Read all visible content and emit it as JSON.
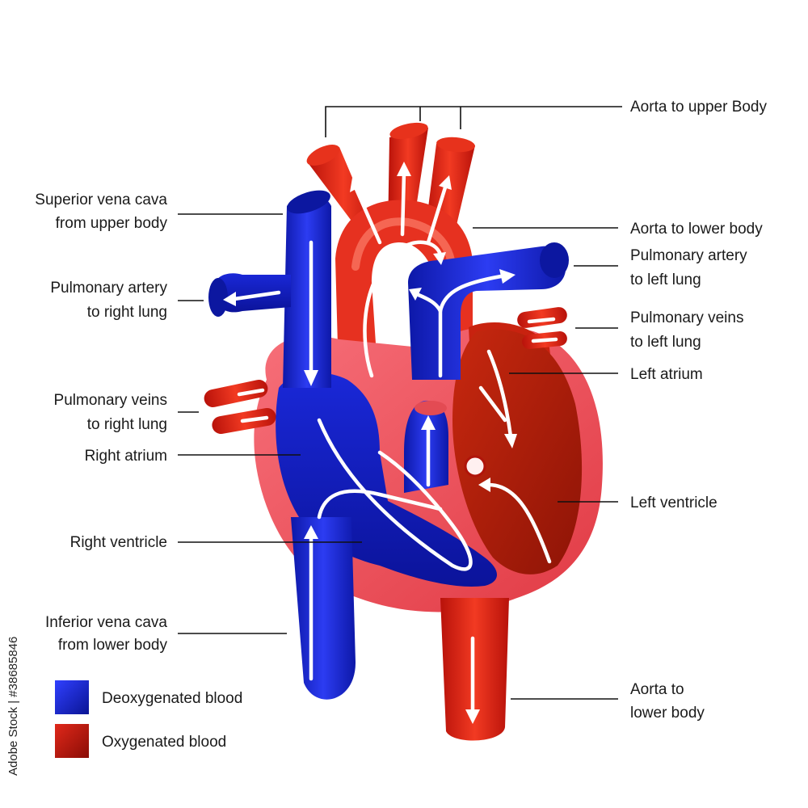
{
  "labels": {
    "aorta_upper": "Aorta to upper Body",
    "svc_line1": "Superior vena cava",
    "svc_line2": "from upper body",
    "aorta_lower_top": "Aorta to lower body",
    "pa_left_line1": "Pulmonary artery",
    "pa_left_line2": "to left lung",
    "pa_right_line1": "Pulmonary artery",
    "pa_right_line2": "to right lung",
    "pv_left_line1": "Pulmonary veins",
    "pv_left_line2": "to left lung",
    "left_atrium": "Left atrium",
    "pv_right_line1": "Pulmonary veins",
    "pv_right_line2": "to right lung",
    "right_atrium": "Right atrium",
    "left_ventricle": "Left ventricle",
    "right_ventricle": "Right ventricle",
    "ivc_line1": "Inferior vena cava",
    "ivc_line2": "from lower body",
    "aorta_lower_bottom_line1": "Aorta to",
    "aorta_lower_bottom_line2": "lower body"
  },
  "legend": {
    "items": [
      {
        "label": "Deoxygenated blood",
        "color": "#1a2bd6"
      },
      {
        "label": "Oxygenated blood",
        "color": "#c8160e"
      }
    ]
  },
  "watermark": {
    "text": "Adobe Stock | #38685846"
  },
  "colors": {
    "deoxygenated": "#1a2bd6",
    "oxygenated": "#e0281a",
    "muscle": "#f0525a",
    "flow_arrow": "#ffffff"
  }
}
